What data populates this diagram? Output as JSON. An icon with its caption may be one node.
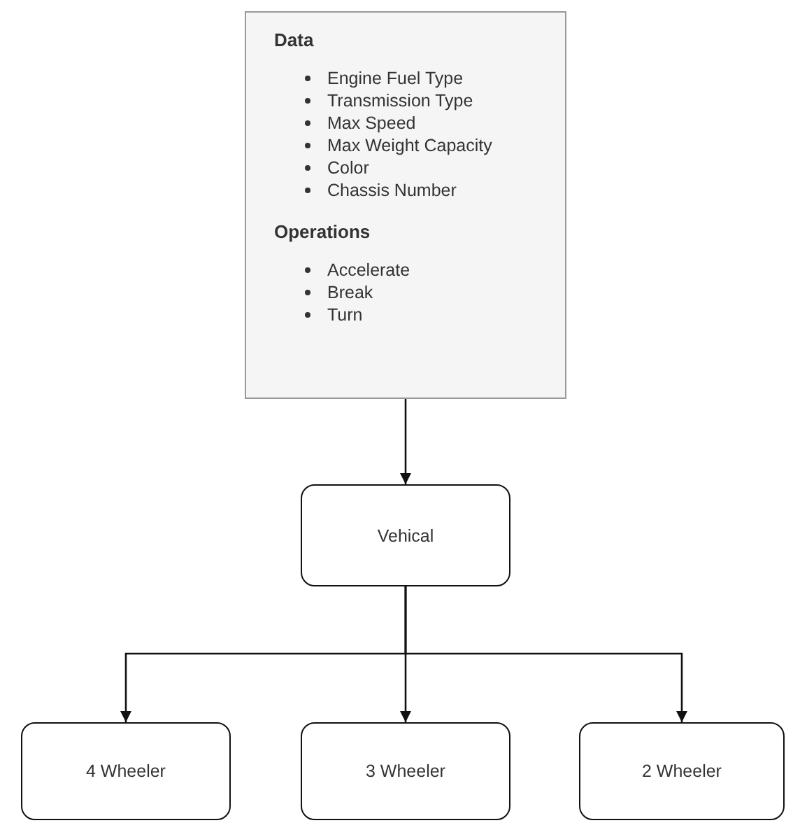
{
  "diagram": {
    "nodes": [
      {
        "text": [
          "Data",
          "Engine Fuel Type",
          "Transmission Type",
          "Max Speed",
          "Max Weight Capacity",
          "Color",
          "Chassis Number",
          "Operations",
          "Accelerate",
          "Break",
          "Turn"
        ]
      },
      {
        "text": [
          "Vehical"
        ]
      },
      {
        "text": [
          "4 Wheeler"
        ]
      },
      {
        "text": [
          "3 Wheeler"
        ]
      },
      {
        "text": [
          "2 Wheeler"
        ]
      }
    ],
    "edges": [
      {
        "from": 0,
        "to": 1,
        "arrow": "to"
      },
      {
        "from": 1,
        "to": 2,
        "arrow": "to"
      },
      {
        "from": 1,
        "to": 3,
        "arrow": "to"
      },
      {
        "from": 1,
        "to": 4,
        "arrow": "to"
      }
    ]
  }
}
